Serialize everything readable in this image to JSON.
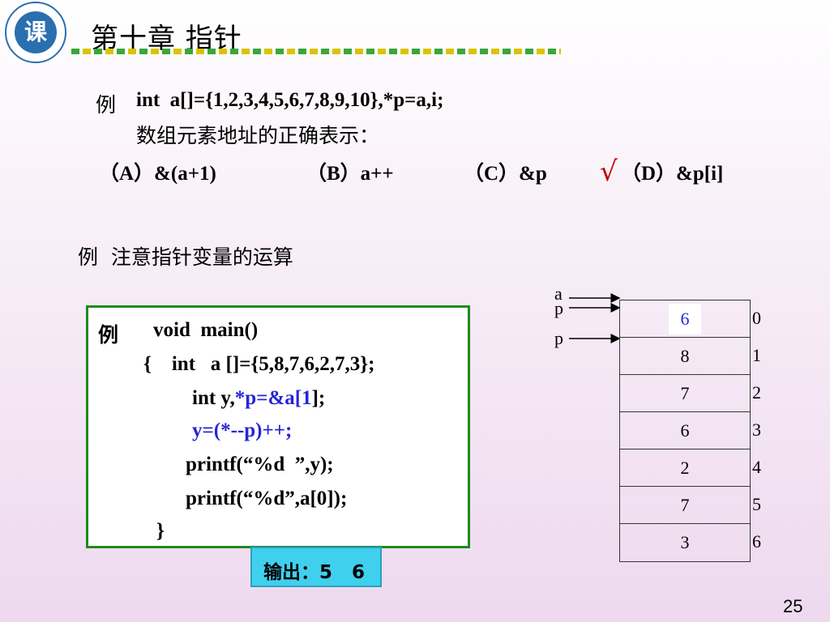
{
  "header": {
    "logo_text": "课",
    "title": "第十章  指针"
  },
  "example1": {
    "line1_prefix": "例",
    "line1_code": "int  a[]={1,2,3,4,5,6,7,8,9,10},*p=a,i;",
    "line2": "数组元素地址的正确表示：",
    "options": [
      "（A）&(a+1)",
      "（B）a++",
      "（C）&p",
      "（D）&p[i]"
    ],
    "check_mark": "√"
  },
  "example2": {
    "heading": "例  注意指针变量的运算"
  },
  "code": {
    "prefix": "例",
    "line1": "void  main()",
    "line2": "{    int   a []={5,8,7,6,2,7,3};",
    "line3a": "int y,",
    "line3b": "*p=&a[1",
    "line3c": "];",
    "line4": "y=(*--p)++;",
    "line5": "printf(“%d  ”,y);",
    "line6": "printf(“%d”,a[0]);",
    "line7": "}"
  },
  "output": {
    "label": "输出：5   6"
  },
  "memory": {
    "values": [
      "6",
      "8",
      "7",
      "6",
      "2",
      "7",
      "3"
    ],
    "indices": [
      "0",
      "1",
      "2",
      "3",
      "4",
      "5",
      "6"
    ],
    "pointer_labels": [
      "a",
      "p",
      "p"
    ],
    "accent": "#2626d6"
  },
  "page_number": "25"
}
